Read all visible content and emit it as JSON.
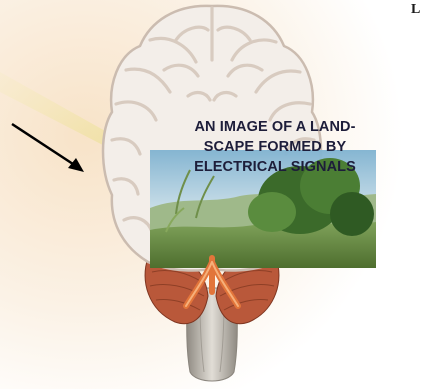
{
  "caption": {
    "line1": "AN IMAGE OF A LAND-",
    "line2": "SCAPE FORMED BY",
    "line3": "ELECTRICAL SIGNALS"
  },
  "corner_letter": "L",
  "colors": {
    "background_glow": "#f8ead6",
    "brain_outline": "#d9ccc0",
    "brain_fill": "#f4eee8",
    "cerebellum": "#b8573a",
    "brainstem": "#b9b3aa",
    "sky": "#6aa4c4",
    "foliage": "#3f7a33",
    "light_beam": "#eadf8a",
    "arrow": "#000000"
  },
  "icons": [
    "arrow-icon"
  ]
}
